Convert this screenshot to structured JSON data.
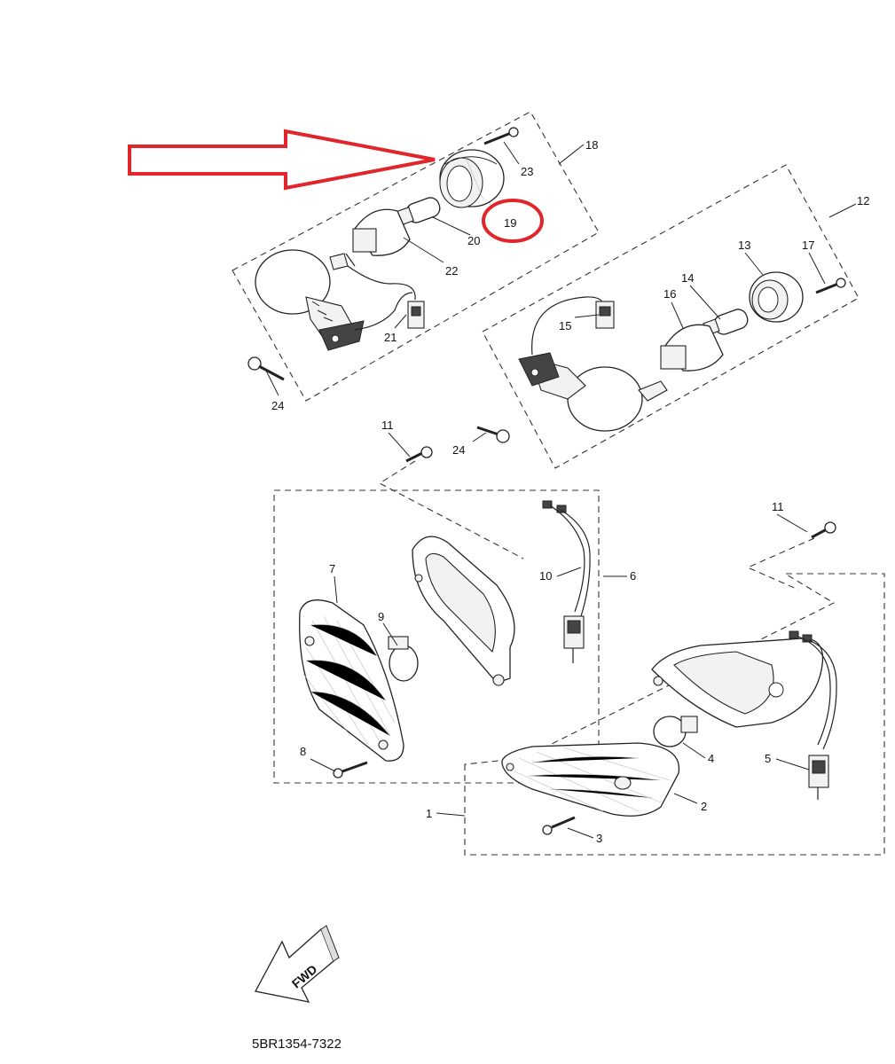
{
  "labels": {
    "l1": "1",
    "l2": "2",
    "l3": "3",
    "l4": "4",
    "l5": "5",
    "l6": "6",
    "l7": "7",
    "l8": "8",
    "l9": "9",
    "l10": "10",
    "l11a": "11",
    "l11b": "11",
    "l12": "12",
    "l13": "13",
    "l14": "14",
    "l15": "15",
    "l16": "16",
    "l17": "17",
    "l18": "18",
    "l19": "19",
    "l20": "20",
    "l21": "21",
    "l22": "22",
    "l23": "23",
    "l24a": "24",
    "l24b": "24"
  },
  "fwd_label": "FWD",
  "diagram_code": "5BR1354-7322",
  "colors": {
    "highlight": "#e0252b",
    "ink": "#222222"
  }
}
